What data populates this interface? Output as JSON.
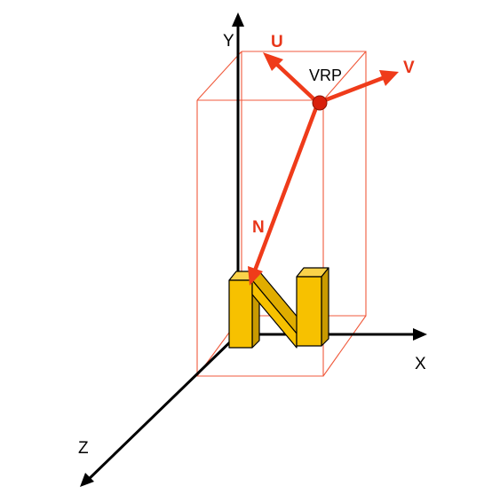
{
  "axes": {
    "x_label": "X",
    "y_label": "Y",
    "z_label": "Z"
  },
  "view_vectors": {
    "u_label": "U",
    "v_label": "V",
    "n_label": "N"
  },
  "reference_point": {
    "label": "VRP"
  },
  "colors": {
    "axis": "#000000",
    "vector": "#ef3b1a",
    "box": "#f05a3c",
    "vrp_point": "#d8200c",
    "object_face": "#f7c100",
    "object_dark": "#c99a00",
    "object_outline": "#000000"
  }
}
